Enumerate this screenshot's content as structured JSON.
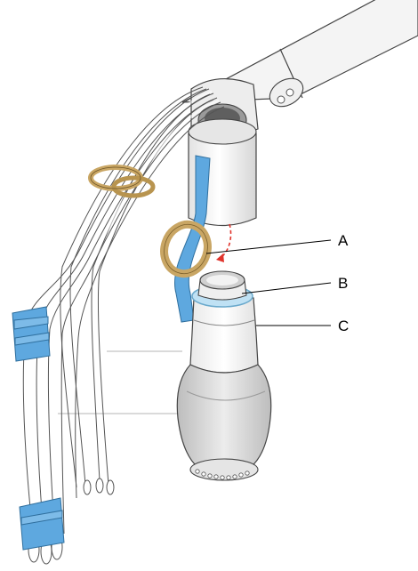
{
  "callouts": [
    {
      "letter": "A",
      "part": "retaining-ring"
    },
    {
      "letter": "B",
      "part": "o-ring-seal"
    },
    {
      "letter": "C",
      "part": "cable-connector-sleeve"
    }
  ],
  "colors": {
    "tape_blue": "#5ea8df",
    "ring_gold": "#c9a664",
    "arrow_red": "#e0332b",
    "outline": "#444444"
  }
}
